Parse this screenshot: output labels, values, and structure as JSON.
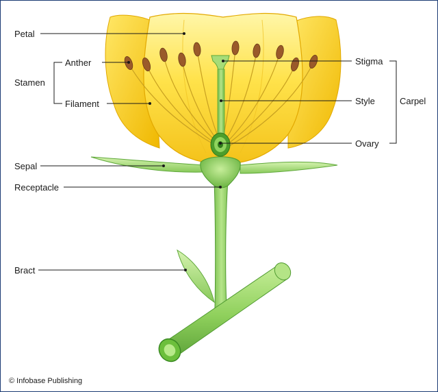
{
  "labels": {
    "petal": "Petal",
    "anther": "Anther",
    "stamen": "Stamen",
    "filament": "Filament",
    "sepal": "Sepal",
    "receptacle": "Receptacle",
    "bract": "Bract",
    "stigma": "Stigma",
    "style": "Style",
    "carpel": "Carpel",
    "ovary": "Ovary"
  },
  "credit": "© Infobase Publishing",
  "colors": {
    "petal_fill": "#ffd93a",
    "petal_light": "#fff08a",
    "petal_edge": "#e2a800",
    "green_dark": "#5faa3a",
    "green_mid": "#8dcc5a",
    "green_light": "#c9ec9c",
    "anther": "#9a5a2a",
    "frame_border": "#1a3a73"
  }
}
